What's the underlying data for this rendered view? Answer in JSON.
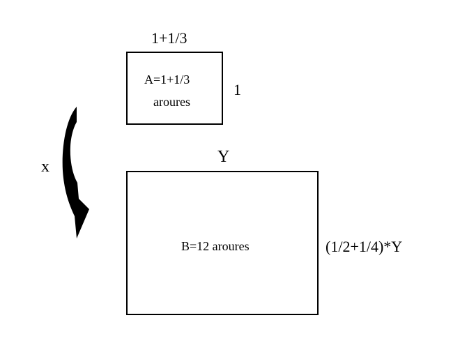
{
  "rect_a": {
    "top_label": "1+1/3",
    "side_label": "1",
    "area_line1": "A=1+1/3",
    "area_line2": "aroures"
  },
  "rect_b": {
    "top_label": "Y",
    "side_label": "(1/2+1/4)*Y",
    "area_label": "B=12 aroures"
  },
  "arrow": {
    "label": "x"
  }
}
